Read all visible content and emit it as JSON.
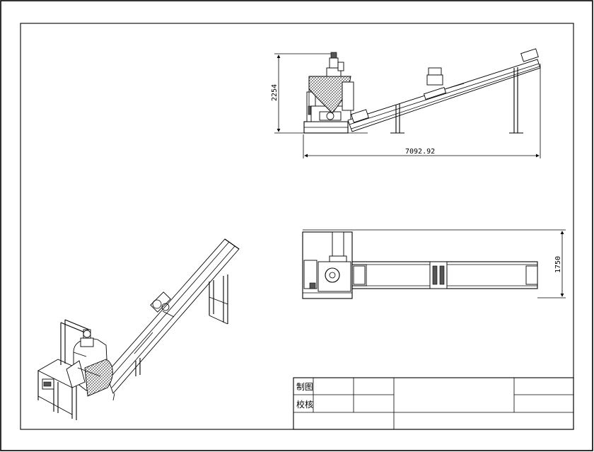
{
  "dimensions": {
    "side_height": "2254",
    "side_length": "7092.92",
    "top_width": "1750"
  },
  "title_block": {
    "drawn_label": "制图",
    "checked_label": "校核"
  }
}
